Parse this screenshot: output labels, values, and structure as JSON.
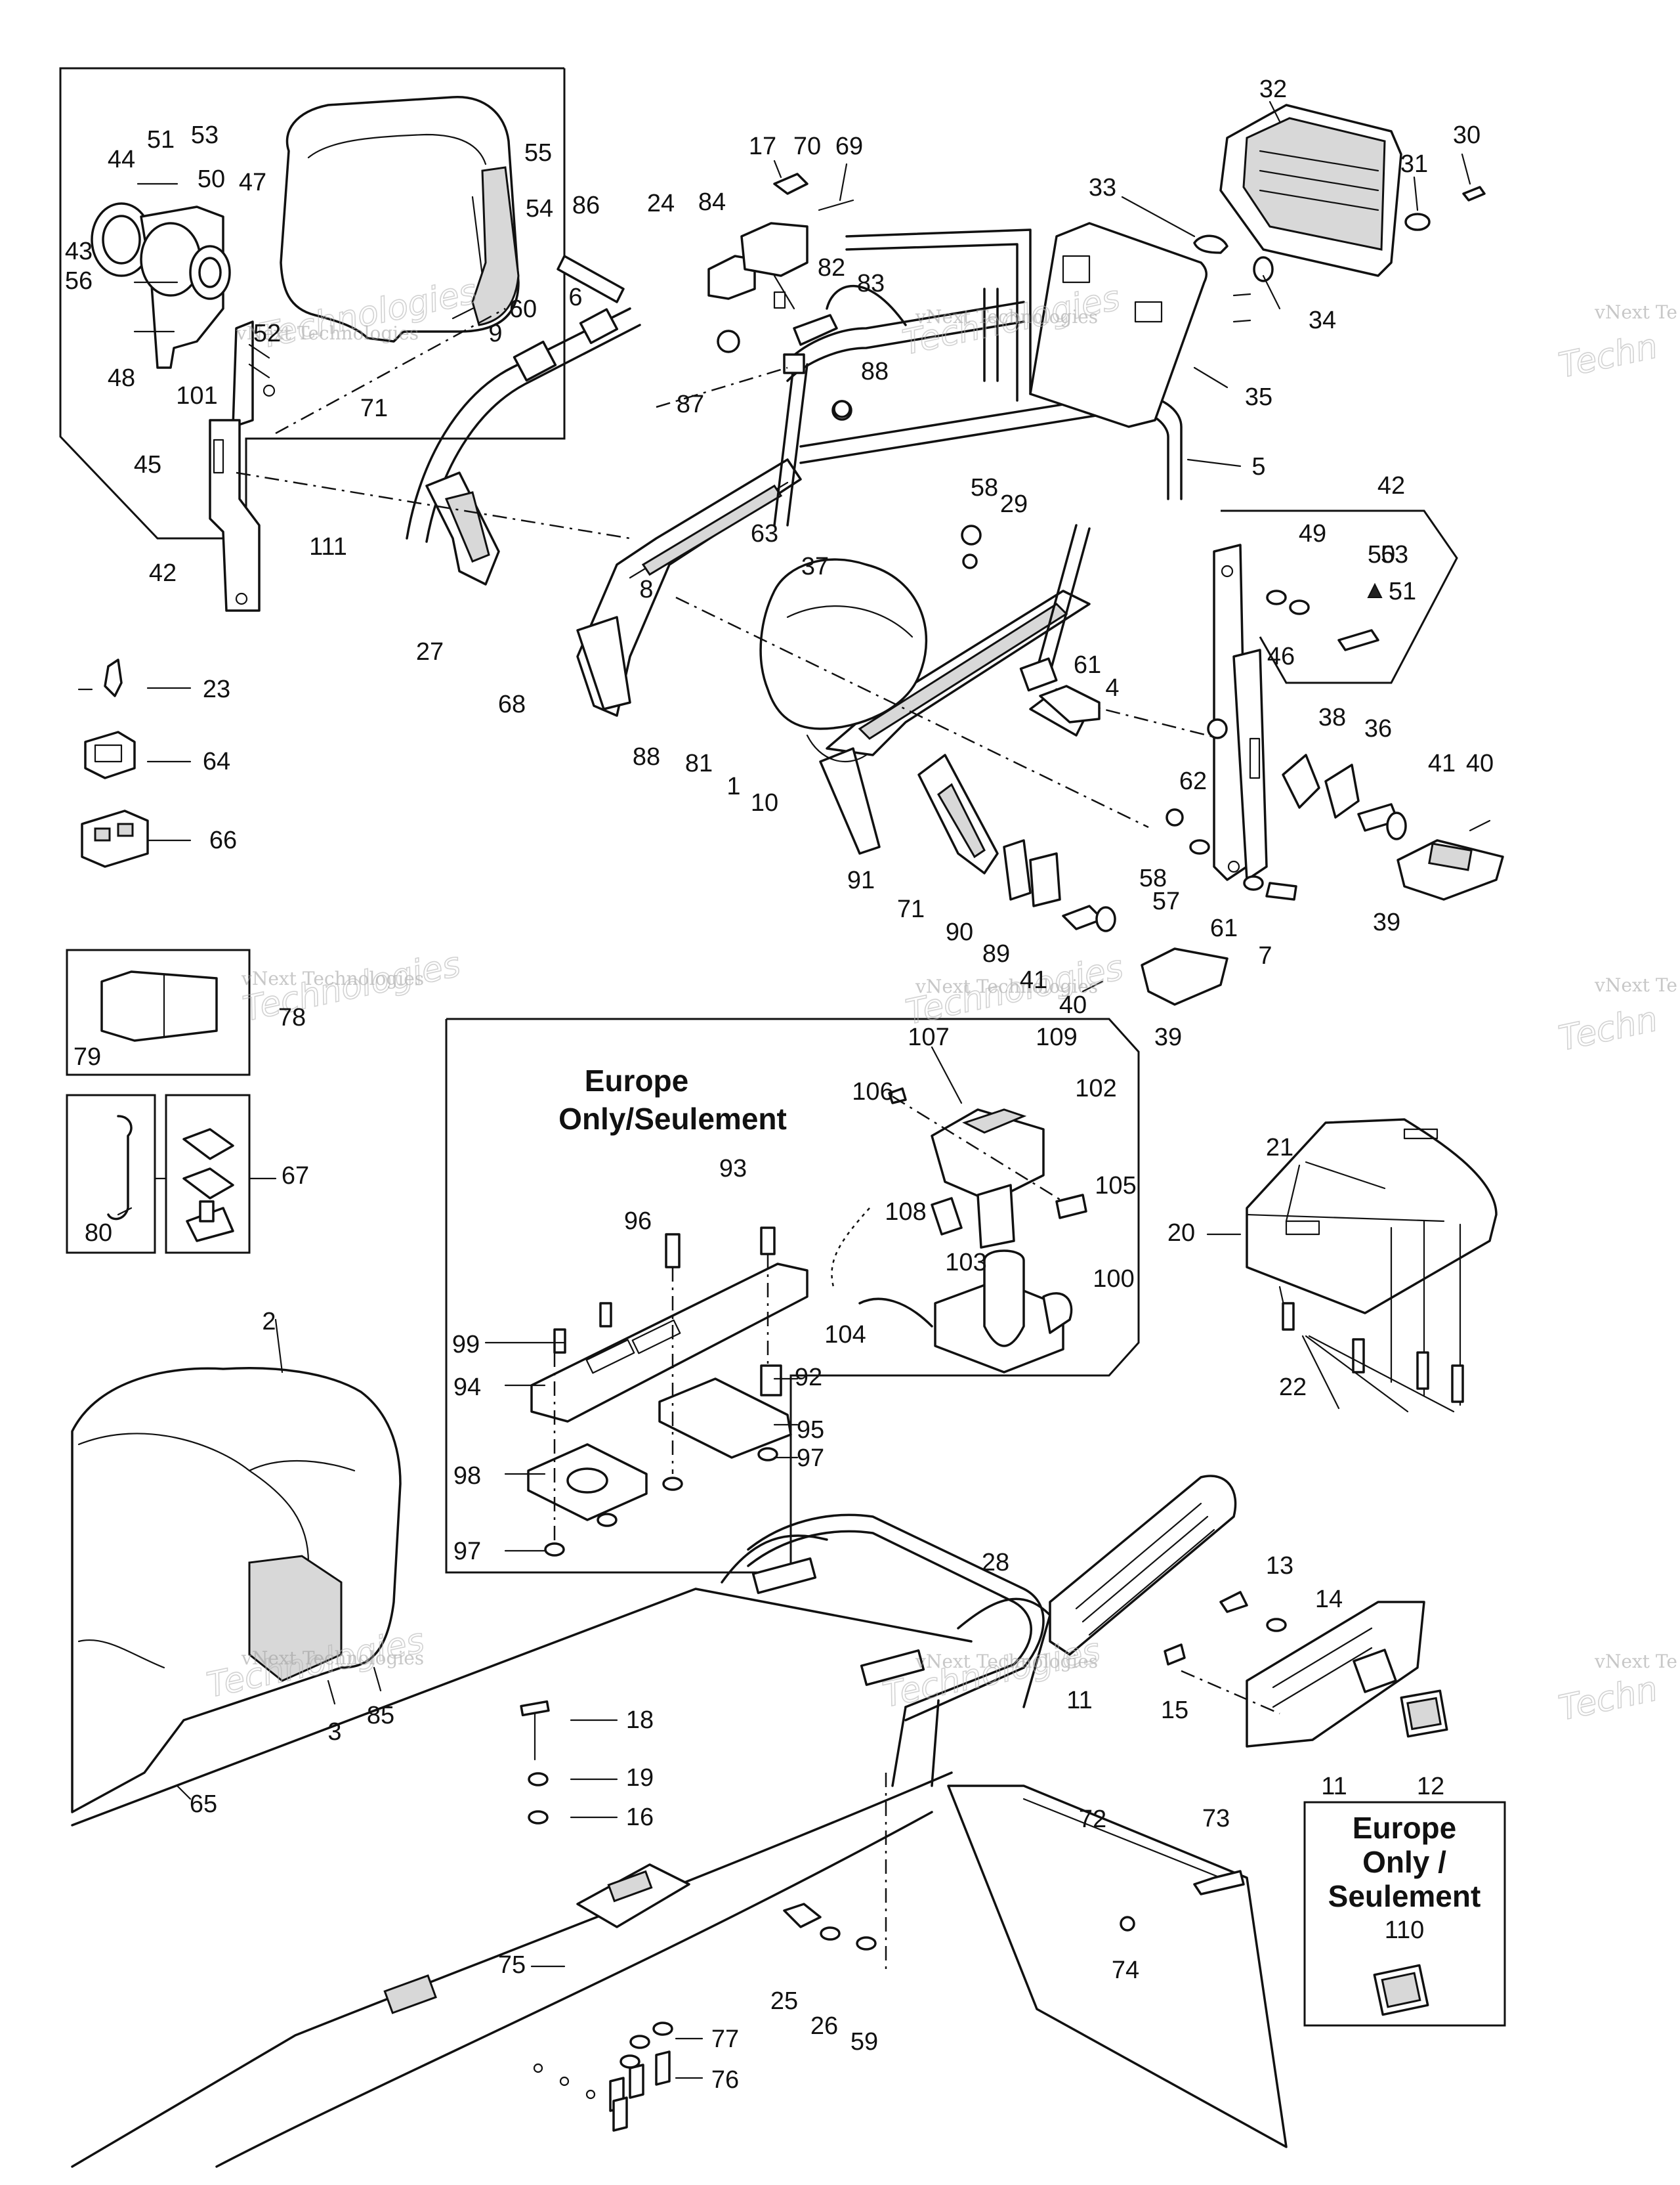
{
  "labels": [
    {
      "id": "p32",
      "text": "32"
    },
    {
      "id": "p30",
      "text": "30"
    },
    {
      "id": "p31",
      "text": "31"
    },
    {
      "id": "p33",
      "text": "33"
    },
    {
      "id": "p34",
      "text": "34"
    },
    {
      "id": "p35",
      "text": "35"
    },
    {
      "id": "p5",
      "text": "5"
    },
    {
      "id": "p17",
      "text": "17"
    },
    {
      "id": "p70",
      "text": "70"
    },
    {
      "id": "p69",
      "text": "69"
    },
    {
      "id": "p84",
      "text": "84"
    },
    {
      "id": "p24",
      "text": "24"
    },
    {
      "id": "p82",
      "text": "82"
    },
    {
      "id": "p83",
      "text": "83"
    },
    {
      "id": "p86",
      "text": "86"
    },
    {
      "id": "p88a",
      "text": "88"
    },
    {
      "id": "p87",
      "text": "87"
    },
    {
      "id": "p6",
      "text": "6"
    },
    {
      "id": "p60",
      "text": "60"
    },
    {
      "id": "p9",
      "text": "9"
    },
    {
      "id": "p71a",
      "text": "71"
    },
    {
      "id": "p51a",
      "text": "51"
    },
    {
      "id": "p53a",
      "text": "53"
    },
    {
      "id": "p44",
      "text": "44"
    },
    {
      "id": "p50a",
      "text": "50"
    },
    {
      "id": "p47",
      "text": "47"
    },
    {
      "id": "p55",
      "text": "55"
    },
    {
      "id": "p54",
      "text": "54"
    },
    {
      "id": "p43",
      "text": "43"
    },
    {
      "id": "p56",
      "text": "56"
    },
    {
      "id": "p48",
      "text": "48"
    },
    {
      "id": "p52",
      "text": "52"
    },
    {
      "id": "p101",
      "text": "101"
    },
    {
      "id": "p45",
      "text": "45"
    },
    {
      "id": "p42a",
      "text": "42"
    },
    {
      "id": "p111",
      "text": "111"
    },
    {
      "id": "p58a",
      "text": "58"
    },
    {
      "id": "p29",
      "text": "29"
    },
    {
      "id": "p63",
      "text": "63"
    },
    {
      "id": "p37",
      "text": "37"
    },
    {
      "id": "p8",
      "text": "8"
    },
    {
      "id": "p27",
      "text": "27"
    },
    {
      "id": "p68",
      "text": "68"
    },
    {
      "id": "p88b",
      "text": "88"
    },
    {
      "id": "p81",
      "text": "81"
    },
    {
      "id": "p1",
      "text": "1"
    },
    {
      "id": "p10",
      "text": "10"
    },
    {
      "id": "p61a",
      "text": "61"
    },
    {
      "id": "p4",
      "text": "4"
    },
    {
      "id": "p42b",
      "text": "42"
    },
    {
      "id": "p49",
      "text": "49"
    },
    {
      "id": "p50b",
      "text": "50"
    },
    {
      "id": "p53b",
      "text": "53"
    },
    {
      "id": "p51b",
      "text": "51"
    },
    {
      "id": "p46",
      "text": "46"
    },
    {
      "id": "p38",
      "text": "38"
    },
    {
      "id": "p36",
      "text": "36"
    },
    {
      "id": "p62",
      "text": "62"
    },
    {
      "id": "p41a",
      "text": "41"
    },
    {
      "id": "p40",
      "text": "40"
    },
    {
      "id": "p58b",
      "text": "58"
    },
    {
      "id": "p57",
      "text": "57"
    },
    {
      "id": "p61b",
      "text": "61"
    },
    {
      "id": "p7",
      "text": "7"
    },
    {
      "id": "p39a",
      "text": "39"
    },
    {
      "id": "p91",
      "text": "91"
    },
    {
      "id": "p71b",
      "text": "71"
    },
    {
      "id": "p90",
      "text": "90"
    },
    {
      "id": "p89",
      "text": "89"
    },
    {
      "id": "p41b",
      "text": "41"
    },
    {
      "id": "p40b",
      "text": "40"
    },
    {
      "id": "p39b",
      "text": "39"
    },
    {
      "id": "p23",
      "text": "23"
    },
    {
      "id": "p64",
      "text": "64"
    },
    {
      "id": "p66",
      "text": "66"
    },
    {
      "id": "p78",
      "text": "78"
    },
    {
      "id": "p79",
      "text": "79"
    },
    {
      "id": "p67",
      "text": "67"
    },
    {
      "id": "p80",
      "text": "80"
    },
    {
      "id": "p107",
      "text": "107"
    },
    {
      "id": "p109",
      "text": "109"
    },
    {
      "id": "p106",
      "text": "106"
    },
    {
      "id": "p102",
      "text": "102"
    },
    {
      "id": "p93",
      "text": "93"
    },
    {
      "id": "p105",
      "text": "105"
    },
    {
      "id": "p108",
      "text": "108"
    },
    {
      "id": "p96",
      "text": "96"
    },
    {
      "id": "p103",
      "text": "103"
    },
    {
      "id": "p100",
      "text": "100"
    },
    {
      "id": "p104",
      "text": "104"
    },
    {
      "id": "p99",
      "text": "99"
    },
    {
      "id": "p94",
      "text": "94"
    },
    {
      "id": "p92",
      "text": "92"
    },
    {
      "id": "p95",
      "text": "95"
    },
    {
      "id": "p97a",
      "text": "97"
    },
    {
      "id": "p98",
      "text": "98"
    },
    {
      "id": "p97b",
      "text": "97"
    },
    {
      "id": "p21",
      "text": "21"
    },
    {
      "id": "p20",
      "text": "20"
    },
    {
      "id": "p22",
      "text": "22"
    },
    {
      "id": "p2",
      "text": "2"
    },
    {
      "id": "p3",
      "text": "3"
    },
    {
      "id": "p85",
      "text": "85"
    },
    {
      "id": "p65",
      "text": "65"
    },
    {
      "id": "p28",
      "text": "28"
    },
    {
      "id": "p13",
      "text": "13"
    },
    {
      "id": "p14",
      "text": "14"
    },
    {
      "id": "p15",
      "text": "15"
    },
    {
      "id": "p11a",
      "text": "11"
    },
    {
      "id": "p11b",
      "text": "11"
    },
    {
      "id": "p12",
      "text": "12"
    },
    {
      "id": "p18",
      "text": "18"
    },
    {
      "id": "p19",
      "text": "19"
    },
    {
      "id": "p16",
      "text": "16"
    },
    {
      "id": "p72",
      "text": "72"
    },
    {
      "id": "p73",
      "text": "73"
    },
    {
      "id": "p74",
      "text": "74"
    },
    {
      "id": "p110",
      "text": "110"
    },
    {
      "id": "p75",
      "text": "75"
    },
    {
      "id": "p25",
      "text": "25"
    },
    {
      "id": "p26",
      "text": "26"
    },
    {
      "id": "p59",
      "text": "59"
    },
    {
      "id": "p77",
      "text": "77"
    },
    {
      "id": "p76",
      "text": "76"
    }
  ],
  "europe_box_1": {
    "line1": "Europe",
    "line2": "Only/Seulement"
  },
  "europe_box_2": {
    "line1": "Europe",
    "line2": "Only /",
    "line3": "Seulement"
  },
  "watermark": {
    "line1": "vNext Technologies",
    "line2": "Technologies",
    "line3": "vNext Te",
    "line4": "Techn"
  }
}
